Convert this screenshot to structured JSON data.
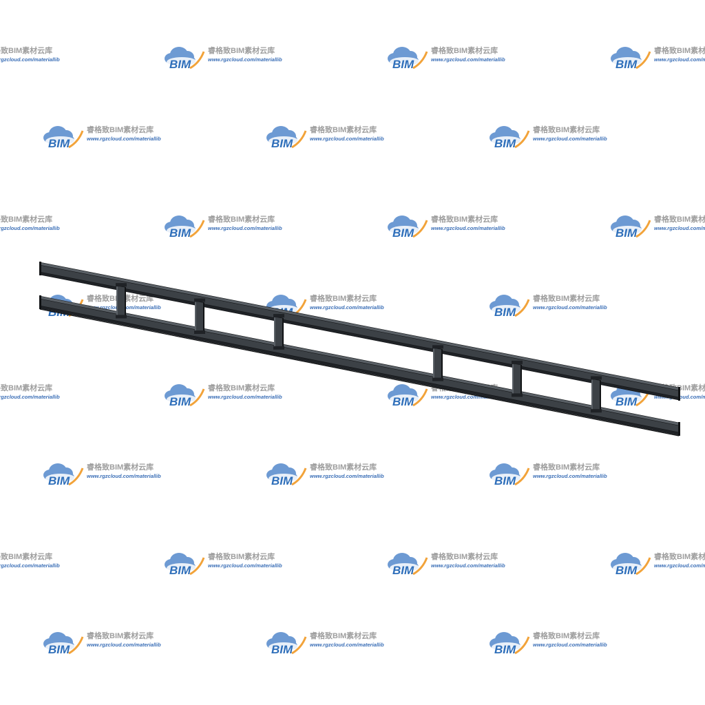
{
  "watermark": {
    "brand_text": "睿格致BIM素材云库",
    "url_text": "www.rgzcloud.com/materiallib",
    "logo_text": "BIM",
    "logo_icon": "cloud-bim-logo-icon",
    "colors": {
      "cloud": "#6d9ad3",
      "swoosh": "#f2a33a",
      "logo_text": "#2f6fba",
      "brand_text": "#9e9e9e",
      "url_text": "#3b6fb7"
    }
  },
  "model": {
    "object": "steel-ladder-frame",
    "beam_count": 2,
    "crossbar_count": 6,
    "colors": {
      "steel_face": "#3c4146",
      "steel_dark": "#1f2226",
      "steel_edge": "#111315",
      "steel_light": "#5a6066"
    }
  }
}
